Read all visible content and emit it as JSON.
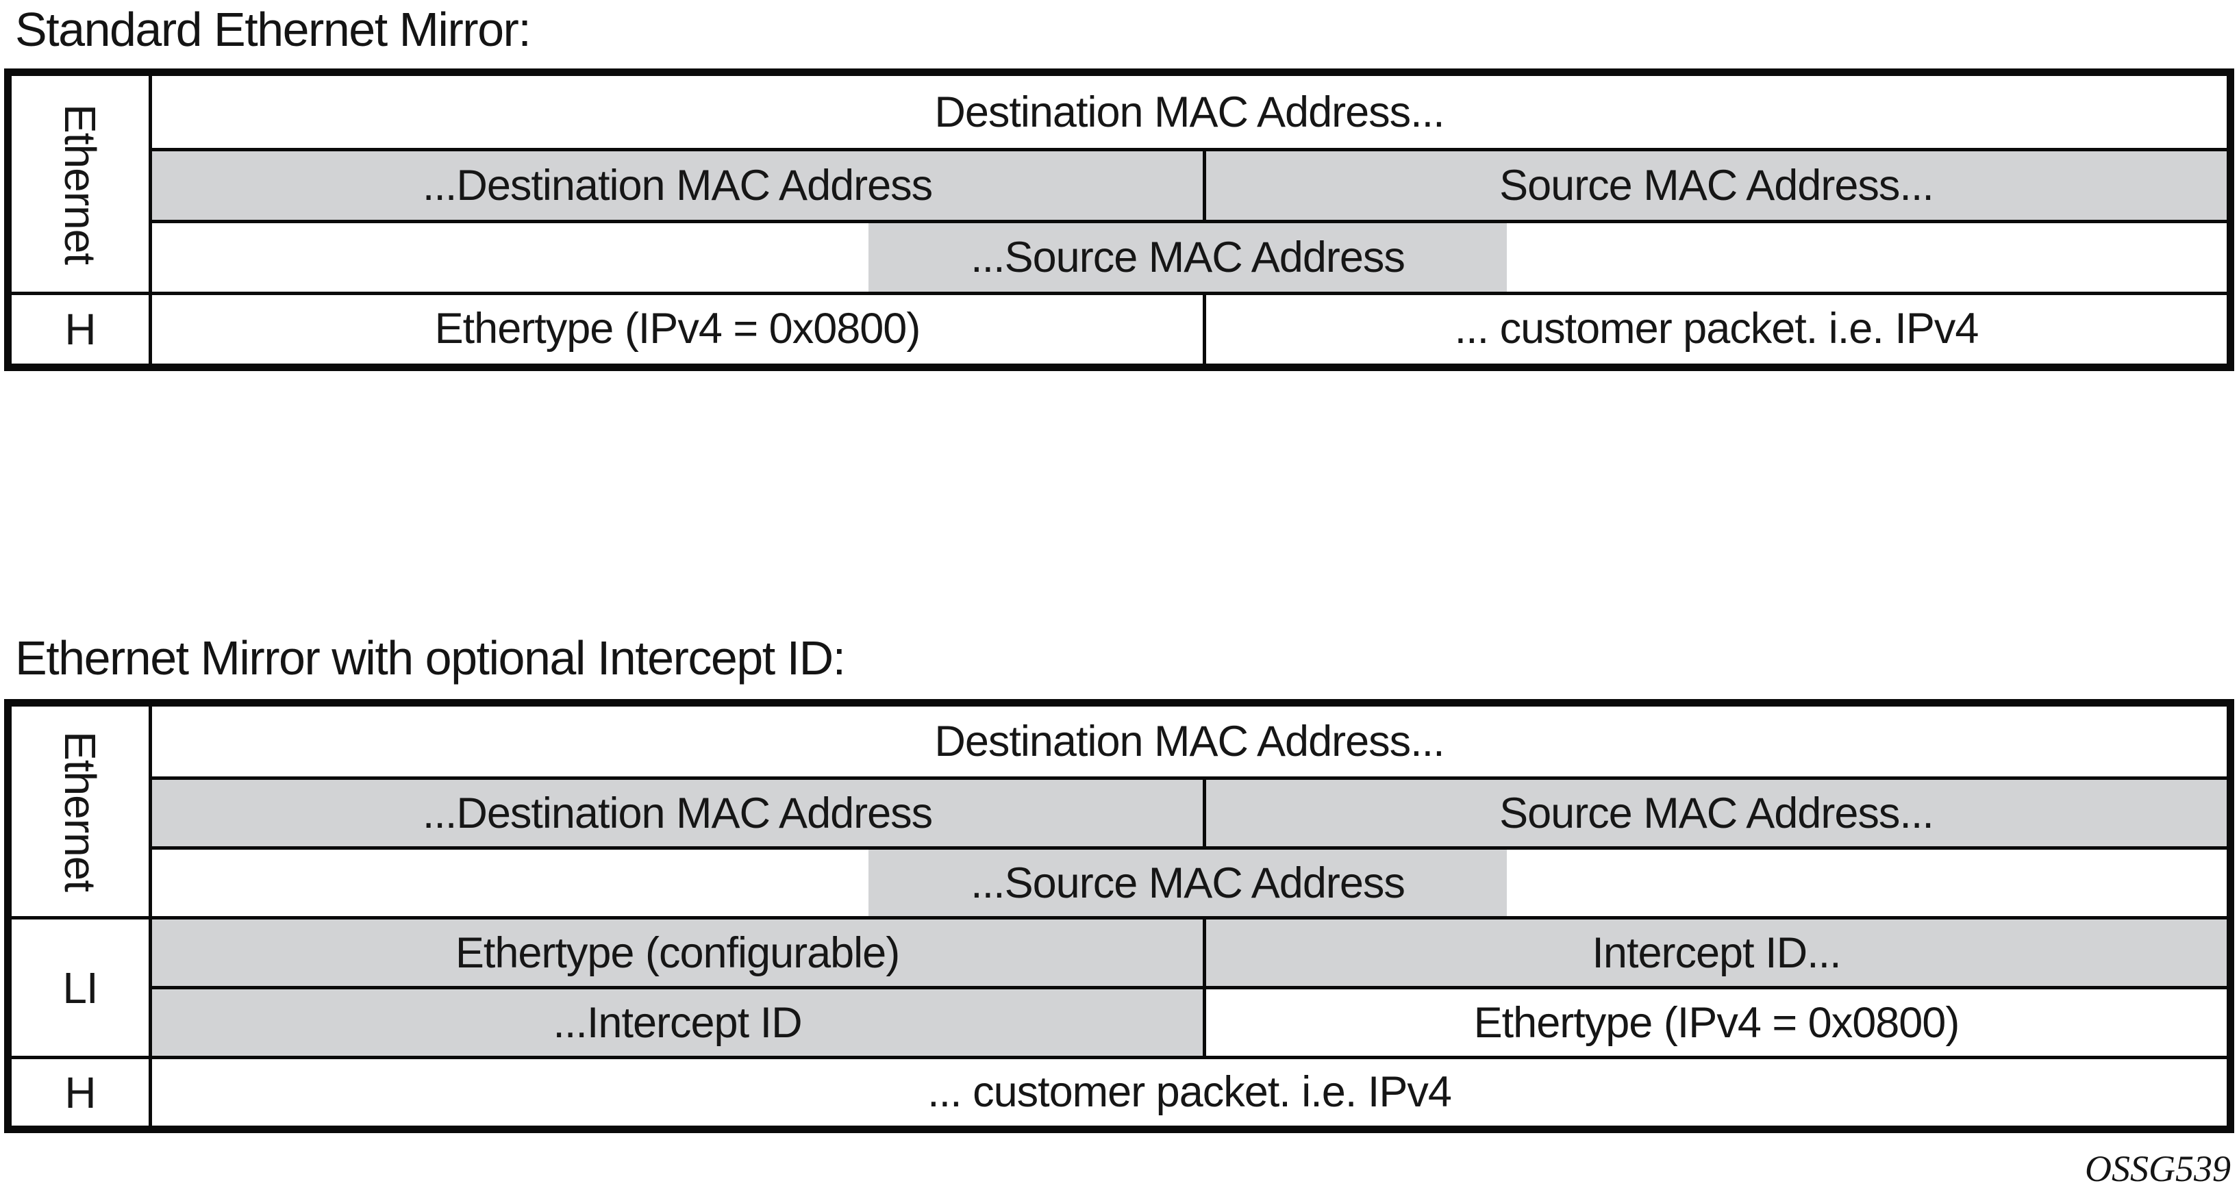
{
  "colors": {
    "shaded_fill": "#d2d3d5",
    "line": "#0a0a0a",
    "background": "#ffffff"
  },
  "footnote": "OSSG539",
  "standard_mirror": {
    "title": "Standard Ethernet Mirror:",
    "side_labels": {
      "ethernet": "Ethernet",
      "h": "H"
    },
    "cells": {
      "dest_mac_1": "Destination MAC Address...",
      "dest_mac_2": "...Destination MAC Address",
      "src_mac_1": "Source MAC Address...",
      "src_mac_2": "...Source MAC Address",
      "ethertype_ipv4": "Ethertype (IPv4 = 0x0800)",
      "customer_packet": "... customer packet. i.e. IPv4"
    }
  },
  "intercept_mirror": {
    "title": "Ethernet Mirror with optional Intercept ID:",
    "side_labels": {
      "ethernet": "Ethernet",
      "li": "LI",
      "h": "H"
    },
    "cells": {
      "dest_mac_1": "Destination MAC Address...",
      "dest_mac_2": "...Destination MAC Address",
      "src_mac_1": "Source MAC Address...",
      "src_mac_2": "...Source MAC Address",
      "ethertype_config": "Ethertype (configurable)",
      "intercept_id_1": "Intercept ID...",
      "intercept_id_2": "...Intercept ID",
      "ethertype_ipv4": "Ethertype (IPv4 = 0x0800)",
      "customer_packet": "... customer packet. i.e. IPv4"
    }
  }
}
